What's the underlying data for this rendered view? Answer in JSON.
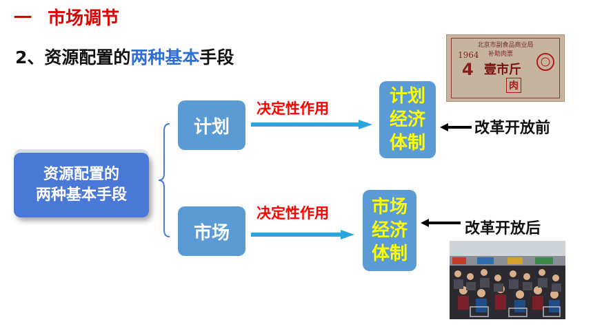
{
  "section": {
    "number": "一",
    "title": "市场调节"
  },
  "subtitle": {
    "prefix": "2、资源配置的",
    "highlight": "两种基本",
    "suffix": "手段"
  },
  "root": {
    "line1": "资源配置的",
    "line2": "两种基本手段"
  },
  "branches": [
    {
      "node": "计划",
      "action": "决定性作用",
      "system": [
        "计划",
        "经济",
        "体制"
      ],
      "era": "改革开放前"
    },
    {
      "node": "市场",
      "action": "决定性作用",
      "system": [
        "市场",
        "经济",
        "体制"
      ],
      "era": "改革开放后"
    }
  ],
  "coupon": {
    "issuer": "北京市副食品商业局",
    "type": "补助肉票",
    "year": "1964",
    "amount": "壹市斤",
    "item": "肉",
    "number": "4"
  },
  "colors": {
    "title_red": "#e00000",
    "highlight_blue": "#2e6fd6",
    "node_blue": "#5b9bd5",
    "root_blue": "#4a78d6",
    "system_text_yellow": "#ffff00",
    "arrow_blue": "#2aa5e0",
    "action_red": "#ff0000"
  }
}
